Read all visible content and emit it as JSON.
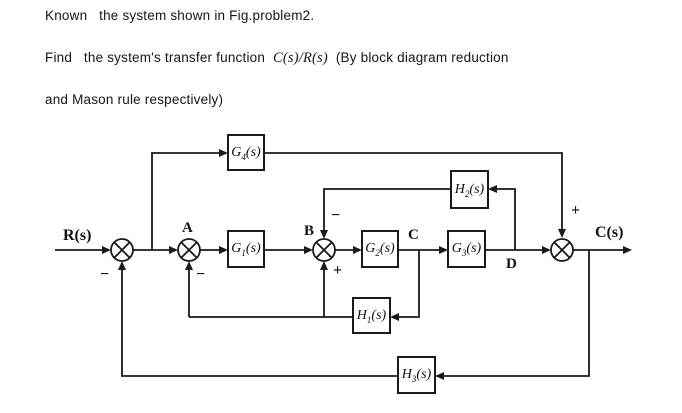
{
  "problem": {
    "line1": "Known   the system shown in Fig.problem2.",
    "line2_prefix": "Find   the system's transfer function  ",
    "line2_math": "C(s)/R(s)",
    "line2_suffix": "  (By block diagram reduction",
    "line3": "and Mason rule respectively)"
  },
  "diagram": {
    "input_label": "R(s)",
    "output_label": "C(s)",
    "nodes": {
      "a": "A",
      "b": "B",
      "c": "C",
      "d": "D"
    },
    "signs": {
      "sum1_bottom": "−",
      "sum_a_bottom": "−",
      "sum_b_top": "−",
      "sum_b_bottom": "+",
      "sum_out_top": "+"
    },
    "blocks": {
      "g1": {
        "base": "G",
        "sub": "1",
        "arg": "(s)"
      },
      "g2": {
        "base": "G",
        "sub": "2",
        "arg": "(s)"
      },
      "g3": {
        "base": "G",
        "sub": "3",
        "arg": "(s)"
      },
      "g4": {
        "base": "G",
        "sub": "4",
        "arg": "(s)"
      },
      "h1": {
        "base": "H",
        "sub": "1",
        "arg": "(s)"
      },
      "h2": {
        "base": "H",
        "sub": "2",
        "arg": "(s)"
      },
      "h3": {
        "base": "H",
        "sub": "3",
        "arg": "(s)"
      }
    },
    "colors": {
      "line": "#1a1a1a",
      "background": "#ffffff"
    }
  }
}
